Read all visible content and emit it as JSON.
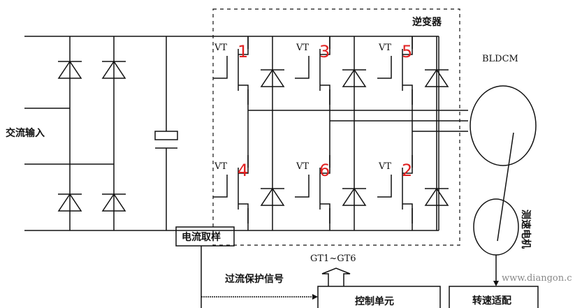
{
  "labels": {
    "ac_input": "交流输入",
    "inverter": "逆变器",
    "motor": "BLDCM",
    "tacho": "测速电机",
    "current_sampling": "电流取样",
    "gate_signals": "GT1~GT6",
    "overcurrent_signal": "过流保护信号",
    "control_unit": "控制单元",
    "speed_adapter": "转速适配",
    "watermark": "www.diangon.c"
  },
  "switches": [
    {
      "label": "VT",
      "number": "1"
    },
    {
      "label": "VT",
      "number": "3"
    },
    {
      "label": "VT",
      "number": "5"
    },
    {
      "label": "VT",
      "number": "4"
    },
    {
      "label": "VT",
      "number": "6"
    },
    {
      "label": "VT",
      "number": "2"
    }
  ],
  "colors": {
    "annotation": "#e02020",
    "line": "#111111"
  }
}
